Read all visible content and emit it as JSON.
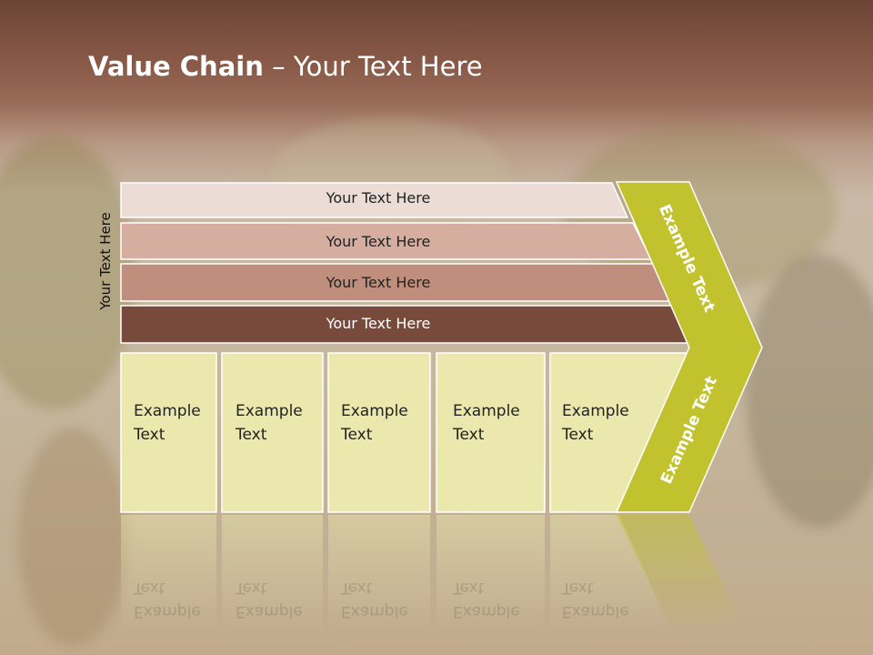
{
  "title": {
    "bold": "Value Chain",
    "rest": " – Your Text Here"
  },
  "side_label": "Your Text Here",
  "bands": [
    {
      "label": "Your Text Here",
      "color": "#ecdcd6"
    },
    {
      "label": "Your Text Here",
      "color": "#d6aea0"
    },
    {
      "label": "Your Text Here",
      "color": "#c08e7c"
    },
    {
      "label": "Your Text Here",
      "color": "#774a3c"
    }
  ],
  "boxes": [
    {
      "line1": "Example",
      "line2": "Text"
    },
    {
      "line1": "Example",
      "line2": "Text"
    },
    {
      "line1": "Example",
      "line2": "Text"
    },
    {
      "line1": "Example",
      "line2": "Text"
    },
    {
      "line1": "Example",
      "line2": "Text"
    }
  ],
  "chevron": {
    "upper": "Example Text",
    "lower": "Example Text",
    "color": "#c2c12e"
  },
  "colors": {
    "box_fill": "#ebe8ad",
    "title": "#ffffff",
    "header": "#6b4436"
  }
}
